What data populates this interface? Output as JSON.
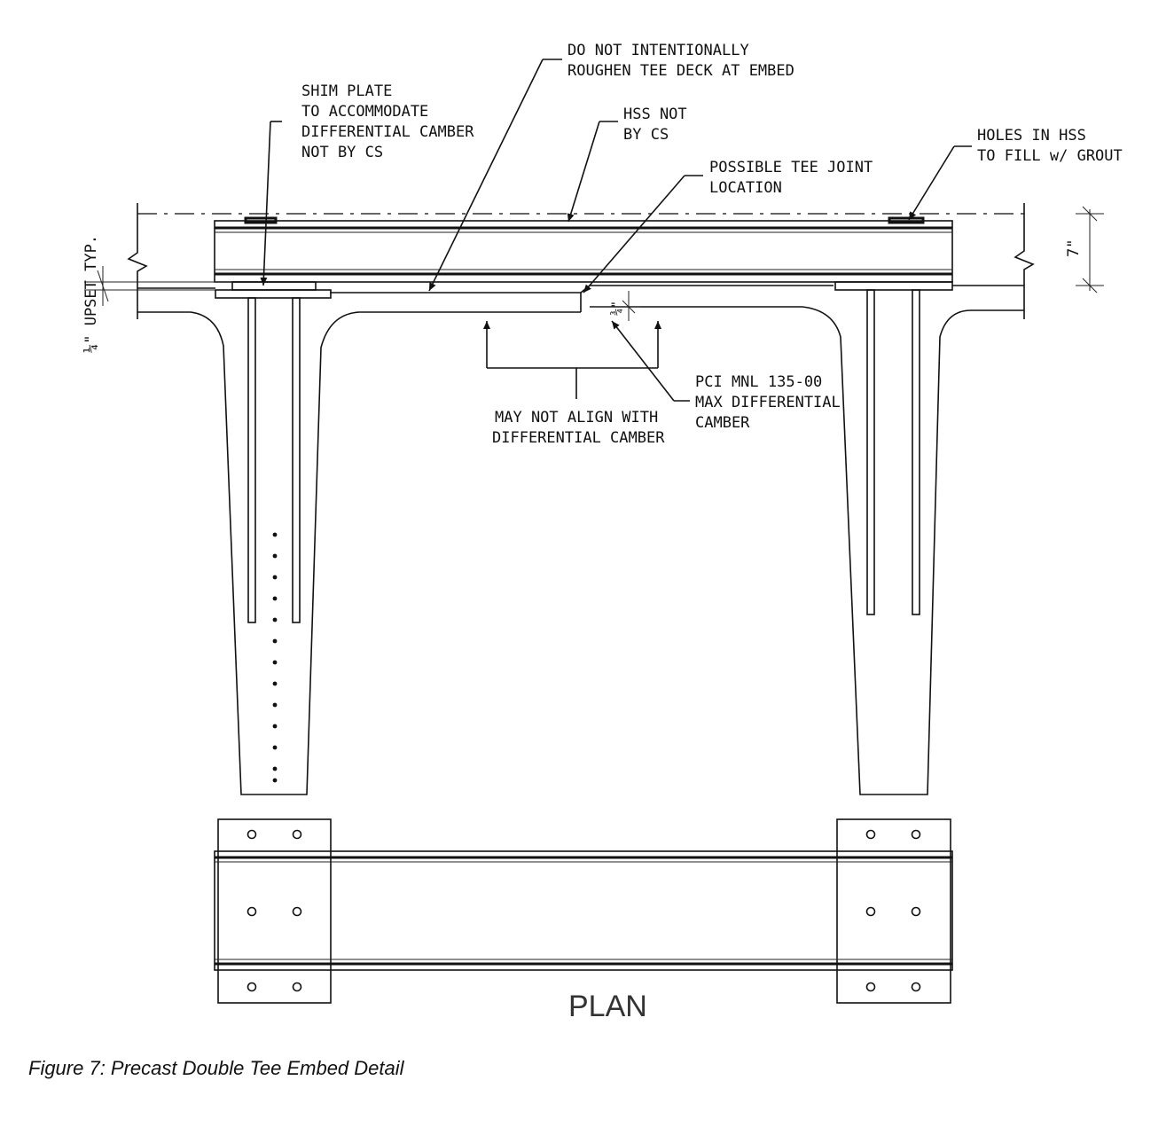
{
  "notes": {
    "shim_plate": [
      "SHIM PLATE",
      "TO ACCOMMODATE",
      "DIFFERENTIAL CAMBER",
      "NOT BY CS"
    ],
    "do_not_roughen": [
      "DO NOT INTENTIONALLY",
      "ROUGHEN TEE DECK AT EMBED"
    ],
    "hss_not_by_cs": [
      "HSS NOT",
      "BY CS"
    ],
    "tee_joint": [
      "POSSIBLE TEE JOINT",
      "LOCATION"
    ],
    "holes_in_hss": [
      "HOLES IN HSS",
      "TO FILL w/ GROUT"
    ],
    "may_not_align": [
      "MAY NOT ALIGN WITH",
      "DIFFERENTIAL CAMBER"
    ],
    "pci_note": [
      "PCI MNL 135-00",
      "MAX DIFFERENTIAL",
      "CAMBER"
    ]
  },
  "dimensions": {
    "upset": "¼\" UPSET TYP.",
    "depth": "7\"",
    "camber": "¾\""
  },
  "plan_label": "PLAN",
  "caption": "Figure 7: Precast Double Tee Embed Detail"
}
